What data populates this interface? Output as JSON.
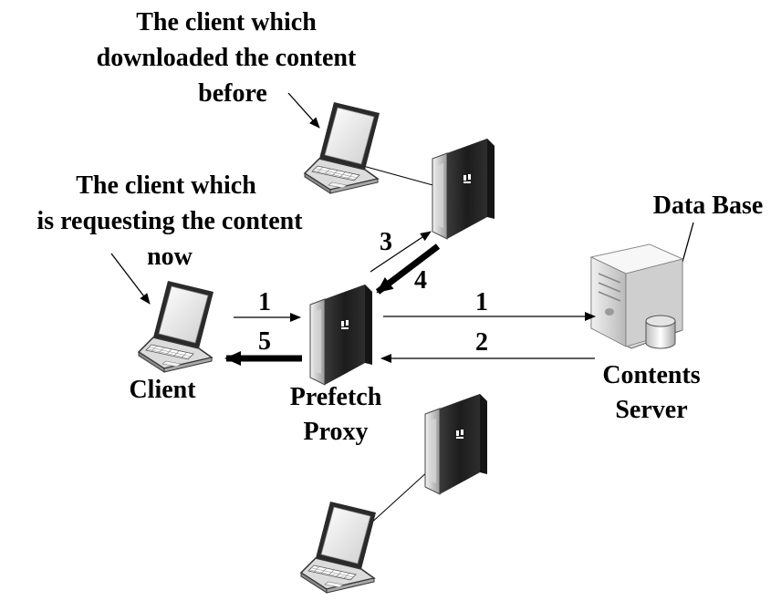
{
  "annotations": {
    "prev_client": [
      "The client which",
      "downloaded the content",
      "before"
    ],
    "req_client": [
      "The client which",
      "is requesting the content",
      "now"
    ],
    "database": "Data Base"
  },
  "nodes": {
    "client": "Client",
    "proxy": [
      "Prefetch",
      "Proxy"
    ],
    "server": [
      "Contents",
      "Server"
    ]
  },
  "steps": {
    "s1_client_to_proxy": "1",
    "s5_proxy_to_client": "5",
    "s1_proxy_to_server": "1",
    "s2_server_to_proxy": "2",
    "s3_proxy_to_peer": "3",
    "s4_peer_to_proxy": "4"
  }
}
